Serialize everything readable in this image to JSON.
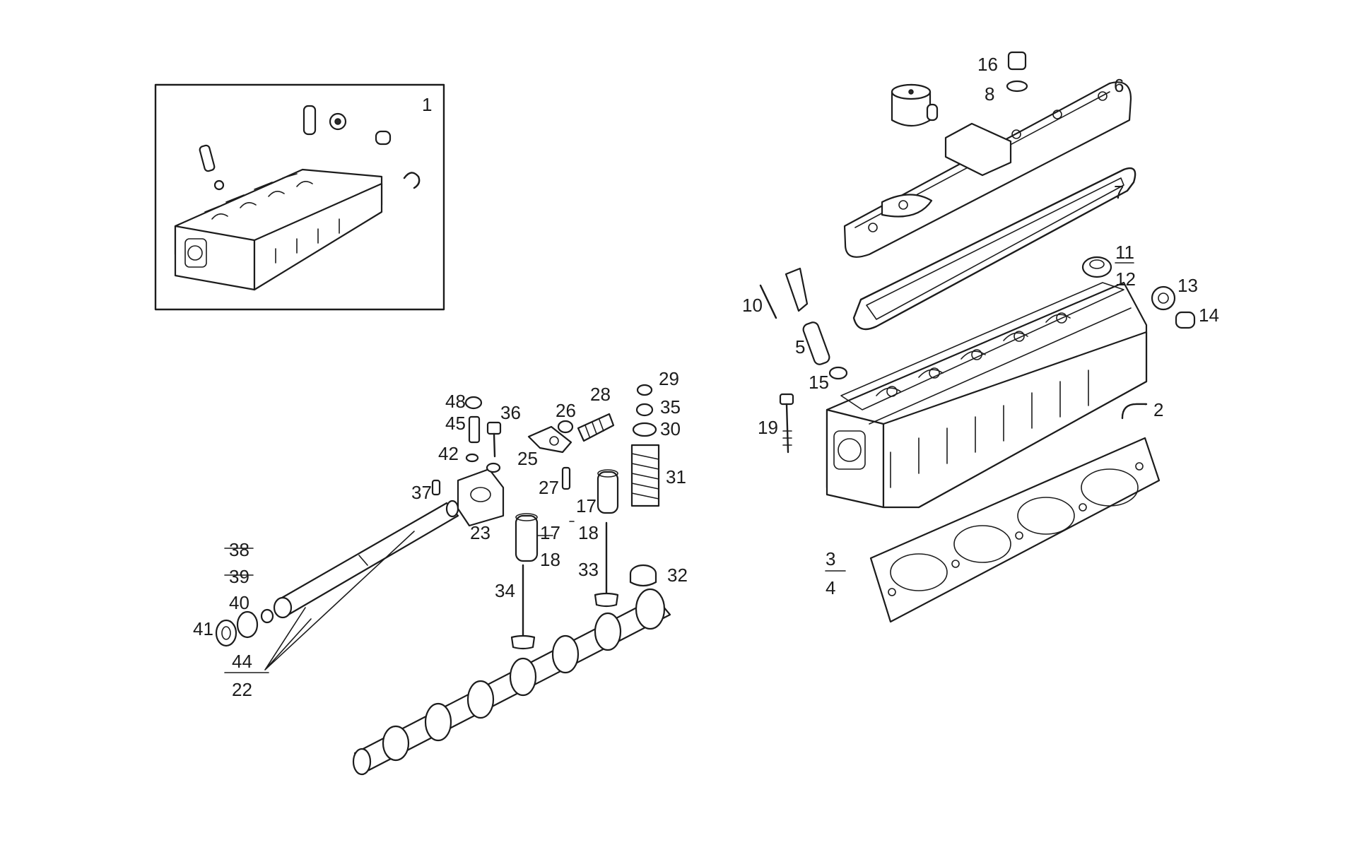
{
  "labels": {
    "l1": "1",
    "l2": "2",
    "l3": "3",
    "l4": "4",
    "l5": "5",
    "l6": "6",
    "l7": "7",
    "l8": "8",
    "l10": "10",
    "l11": "11",
    "l12": "12",
    "l13": "13",
    "l14": "14",
    "l15": "15",
    "l16": "16",
    "l17a": "17",
    "l18a": "18",
    "l17b": "17",
    "l18b": "18",
    "l19": "19",
    "l22": "22",
    "l23": "23",
    "l25": "25",
    "l26": "26",
    "l27": "27",
    "l28": "28",
    "l29": "29",
    "l30": "30",
    "l31": "31",
    "l32": "32",
    "l33": "33",
    "l34": "34",
    "l35": "35",
    "l36": "36",
    "l37": "37",
    "l38": "38",
    "l39": "39",
    "l40": "40",
    "l41": "41",
    "l42": "42",
    "l44": "44",
    "l45": "45",
    "l48": "48"
  }
}
